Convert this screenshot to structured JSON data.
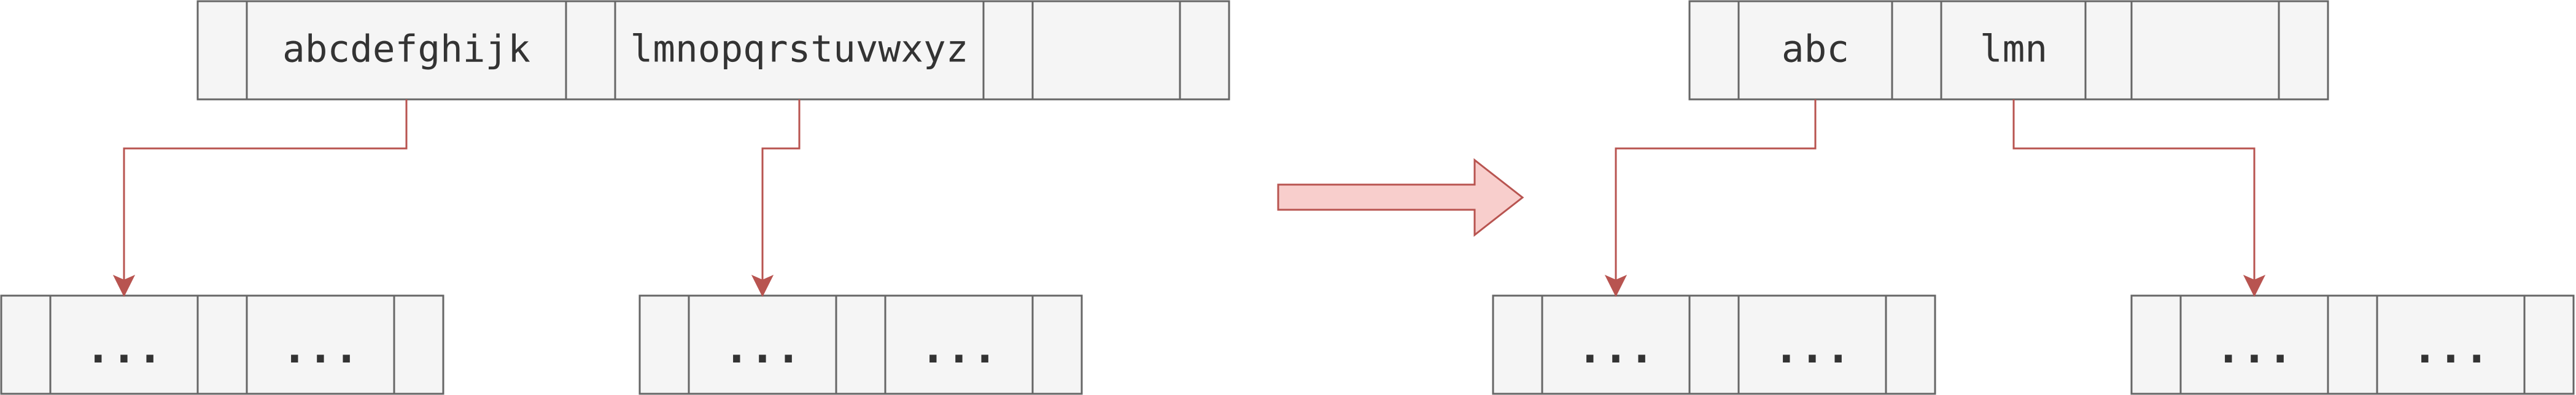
{
  "before": {
    "root": {
      "keys": [
        "abcdefghijk",
        "lmnopqrstuvwxyz"
      ]
    },
    "children": [
      {
        "keys": [
          "...",
          "..."
        ]
      },
      {
        "keys": [
          "...",
          "..."
        ]
      }
    ]
  },
  "after": {
    "root": {
      "keys": [
        "abc",
        "lmn"
      ]
    },
    "children": [
      {
        "keys": [
          "...",
          "..."
        ]
      },
      {
        "keys": [
          "...",
          "..."
        ]
      }
    ]
  },
  "colors": {
    "cell_fill": "#f5f5f5",
    "cell_stroke": "#666666",
    "edge": "#b85450",
    "arrow_fill": "#f8cecc"
  }
}
